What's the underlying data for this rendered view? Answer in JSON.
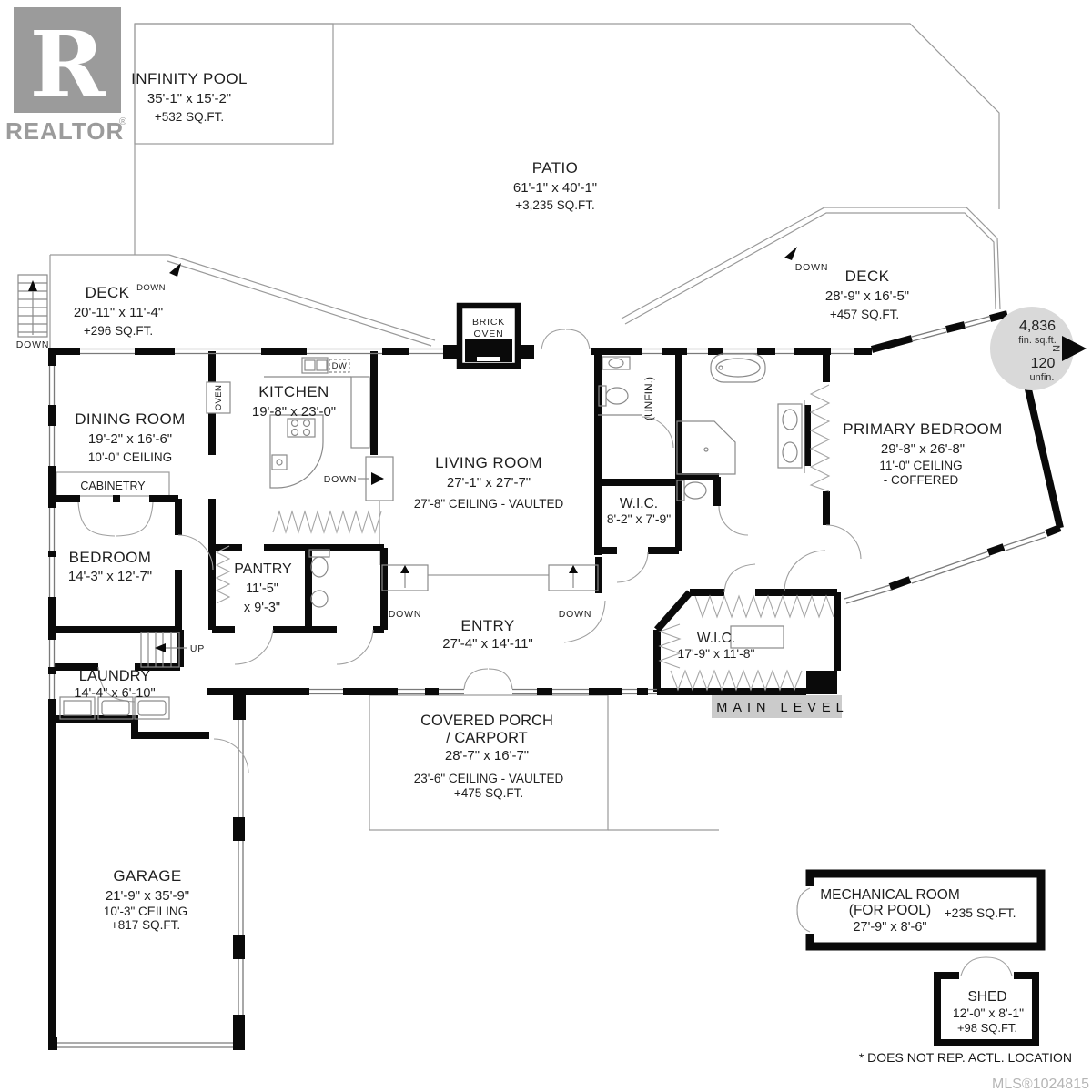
{
  "branding": {
    "logo_letter": "R",
    "wordmark": "REALTOR",
    "registered": "®"
  },
  "compass": {
    "finished_value": "4,836",
    "finished_label": "fin. sq.ft.",
    "unfinished_value": "120",
    "unfinished_label": "unfin.",
    "north": "N"
  },
  "level_label": "MAIN LEVEL",
  "rooms": {
    "infinity_pool": {
      "name": "INFINITY POOL",
      "dims": "35'-1\" x 15'-2\"",
      "area": "+532 SQ.FT."
    },
    "patio": {
      "name": "PATIO",
      "dims": "61'-1\" x 40'-1\"",
      "area": "+3,235 SQ.FT."
    },
    "deck_left": {
      "name": "DECK",
      "dims": "20'-11\" x 11'-4\"",
      "area": "+296 SQ.FT."
    },
    "deck_right": {
      "name": "DECK",
      "dims": "28'-9\" x 16'-5\"",
      "area": "+457 SQ.FT."
    },
    "dining_room": {
      "name": "DINING ROOM",
      "dims": "19'-2\" x 16'-6\"",
      "ceiling": "10'-0\" CEILING"
    },
    "kitchen": {
      "name": "KITCHEN",
      "dims": "19'-8\" x 23'-0\""
    },
    "living_room": {
      "name": "LIVING ROOM",
      "dims": "27'-1\" x 27'-7\"",
      "ceiling": "27'-8\" CEILING - VAULTED"
    },
    "primary_bedroom": {
      "name": "PRIMARY BEDROOM",
      "dims": "29'-8\" x 26'-8\"",
      "ceiling": "11'-0\" CEILING",
      "ceiling2": "- COFFERED"
    },
    "wic_small": {
      "name": "W.I.C.",
      "dims": "8'-2\" x 7'-9\""
    },
    "wic_primary": {
      "name": "W.I.C.",
      "dims": "17'-9\" x 11'-8\""
    },
    "bedroom": {
      "name": "BEDROOM",
      "dims": "14'-3\" x 12'-7\""
    },
    "pantry": {
      "name": "PANTRY",
      "dims_line1": "11'-5\"",
      "dims_line2": "x 9'-3\""
    },
    "laundry": {
      "name": "LAUNDRY",
      "dims": "14'-4\" x 6'-10\""
    },
    "entry": {
      "name": "ENTRY",
      "dims": "27'-4\" x 14'-11\""
    },
    "covered_porch": {
      "name_line1": "COVERED PORCH",
      "name_line2": "/ CARPORT",
      "dims": "28'-7\" x 16'-7\"",
      "ceiling": "23'-6\" CEILING  - VAULTED",
      "area": "+475 SQ.FT."
    },
    "garage": {
      "name": "GARAGE",
      "dims": "21'-9\" x 35'-9\"",
      "ceiling": "10'-3\" CEILING",
      "area": "+817 SQ.FT."
    },
    "mechanical_room": {
      "name_line1": "MECHANICAL ROOM",
      "name_line2": "(FOR POOL)",
      "dims": "27'-9\" x 8'-6\"",
      "area": "+235 SQ.FT."
    },
    "shed": {
      "name": "SHED",
      "dims": "12'-0\" x 8'-1\"",
      "area": "+98 SQ.FT."
    }
  },
  "annotations": {
    "down": "DOWN",
    "up": "UP",
    "oven": "OVEN",
    "dw": "DW",
    "brick_oven_line1": "BRICK",
    "brick_oven_line2": "OVEN",
    "cabinetry": "CABINETRY",
    "unfinished": "(UNFIN.)"
  },
  "footer": {
    "disclaimer": "* DOES NOT REP. ACTL. LOCATION",
    "mls": "MLS®1024815"
  },
  "colors": {
    "wall": "#0a0a0a",
    "thin_line": "#9a9a9a",
    "brand_gray": "#9b9b9b",
    "level_box": "#cbcbcb",
    "compass_circle": "#d9d9d9",
    "mls_gray": "#b5b5b5"
  }
}
